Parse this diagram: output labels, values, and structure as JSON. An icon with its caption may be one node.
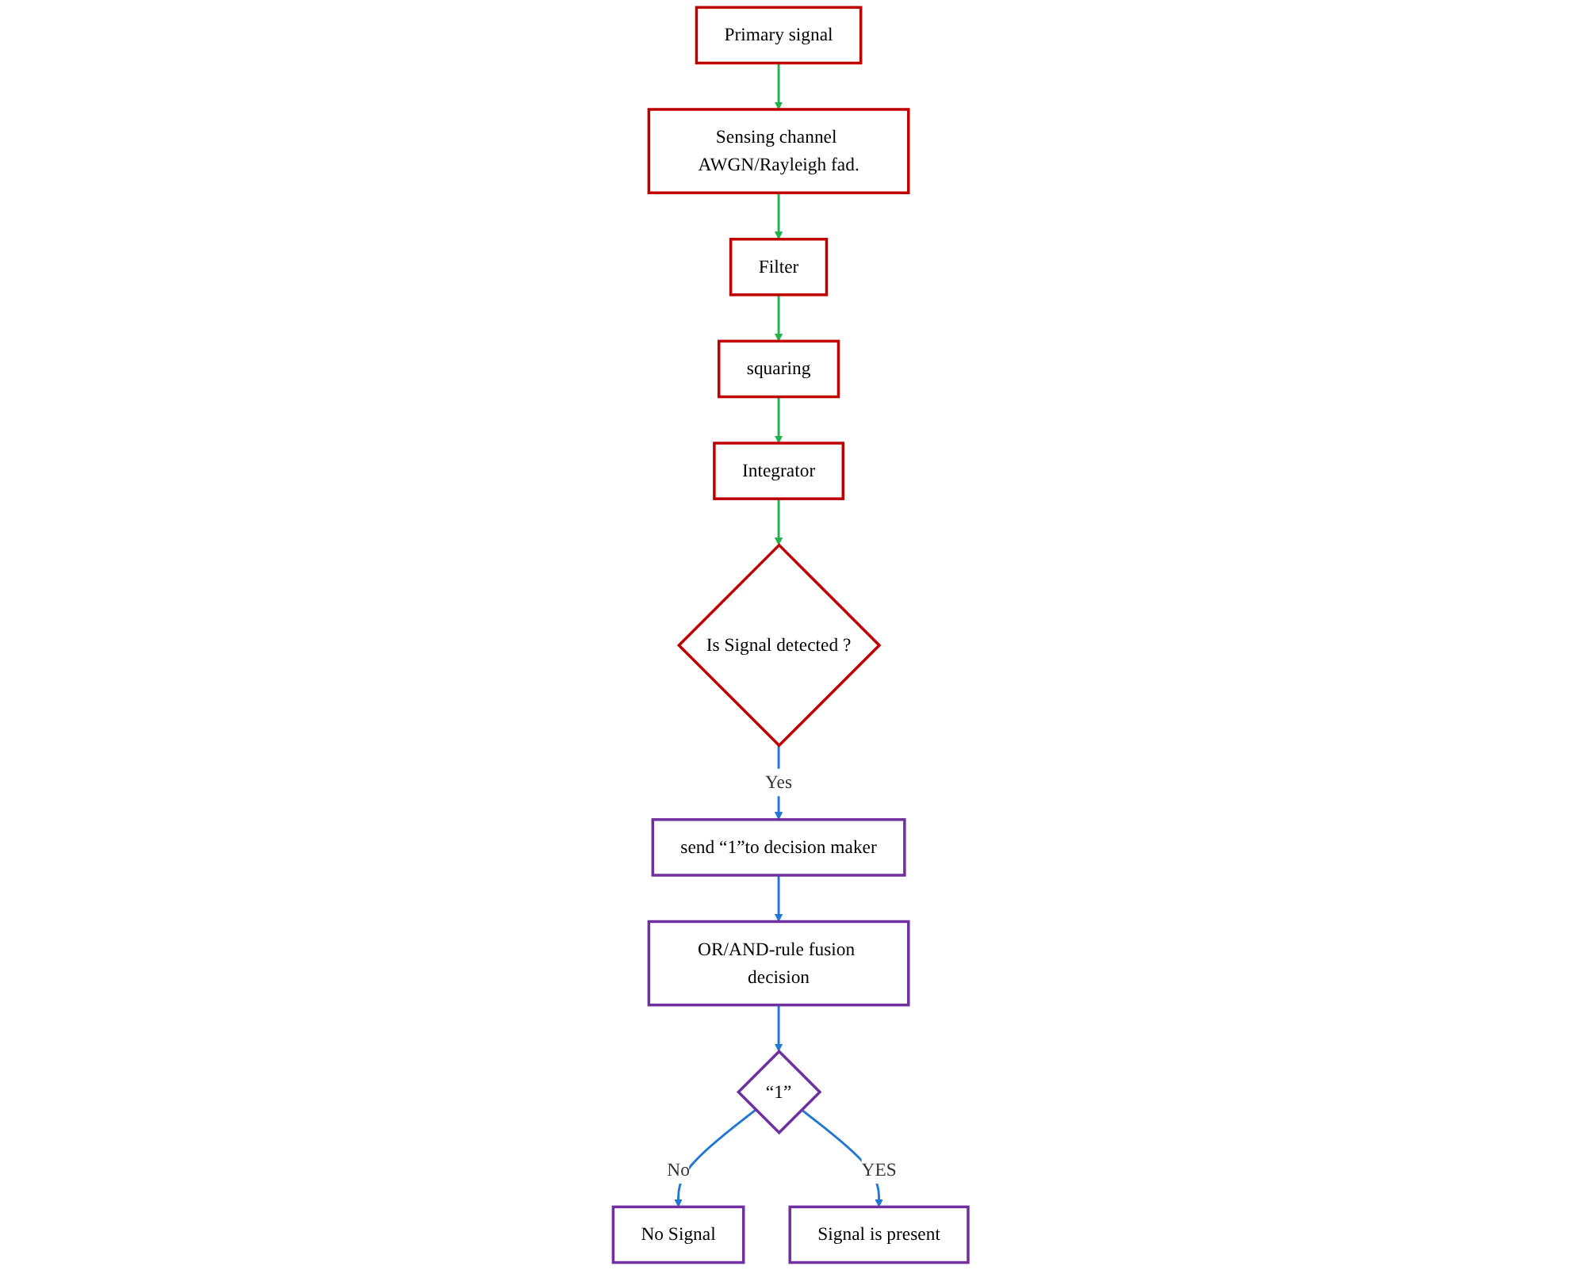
{
  "diagram": {
    "nodes": [
      {
        "text": [
          "Primary signal"
        ]
      },
      {
        "text": [
          "Sensing channel AWGN/Rayleigh fad."
        ]
      },
      {
        "text": [
          "Filter"
        ]
      },
      {
        "text": [
          "squaring"
        ]
      },
      {
        "text": [
          "Integrator"
        ]
      },
      {
        "text": [
          "Is Signal detected ?"
        ]
      },
      {
        "text": [
          "send “1”to decision maker"
        ]
      },
      {
        "text": [
          "OR/AND-rule fusion decision"
        ]
      },
      {
        "text": [
          "“1”"
        ]
      },
      {
        "text": [
          "No Signal"
        ]
      },
      {
        "text": [
          "Signal is present"
        ]
      }
    ],
    "edges": [
      {
        "from": 0,
        "to": 1,
        "arrow": "to",
        "color": "#22b14c"
      },
      {
        "from": 1,
        "to": 2,
        "arrow": "to",
        "color": "#22b14c"
      },
      {
        "from": 2,
        "to": 3,
        "arrow": "to",
        "color": "#22b14c"
      },
      {
        "from": 3,
        "to": 4,
        "arrow": "to",
        "color": "#22b14c"
      },
      {
        "from": 4,
        "to": 5,
        "arrow": "to",
        "color": "#22b14c"
      },
      {
        "from": 5,
        "to": 6,
        "arrow": "to",
        "label": "Yes",
        "color": "#1f78d1"
      },
      {
        "from": 6,
        "to": 7,
        "arrow": "to",
        "color": "#1f78d1"
      },
      {
        "from": 7,
        "to": 8,
        "arrow": "to",
        "color": "#1f78d1"
      },
      {
        "from": 8,
        "to": 9,
        "arrow": "to",
        "label": "No",
        "color": "#1f78d1"
      },
      {
        "from": 8,
        "to": 10,
        "arrow": "to",
        "label": "YES",
        "color": "#1f78d1"
      }
    ]
  }
}
